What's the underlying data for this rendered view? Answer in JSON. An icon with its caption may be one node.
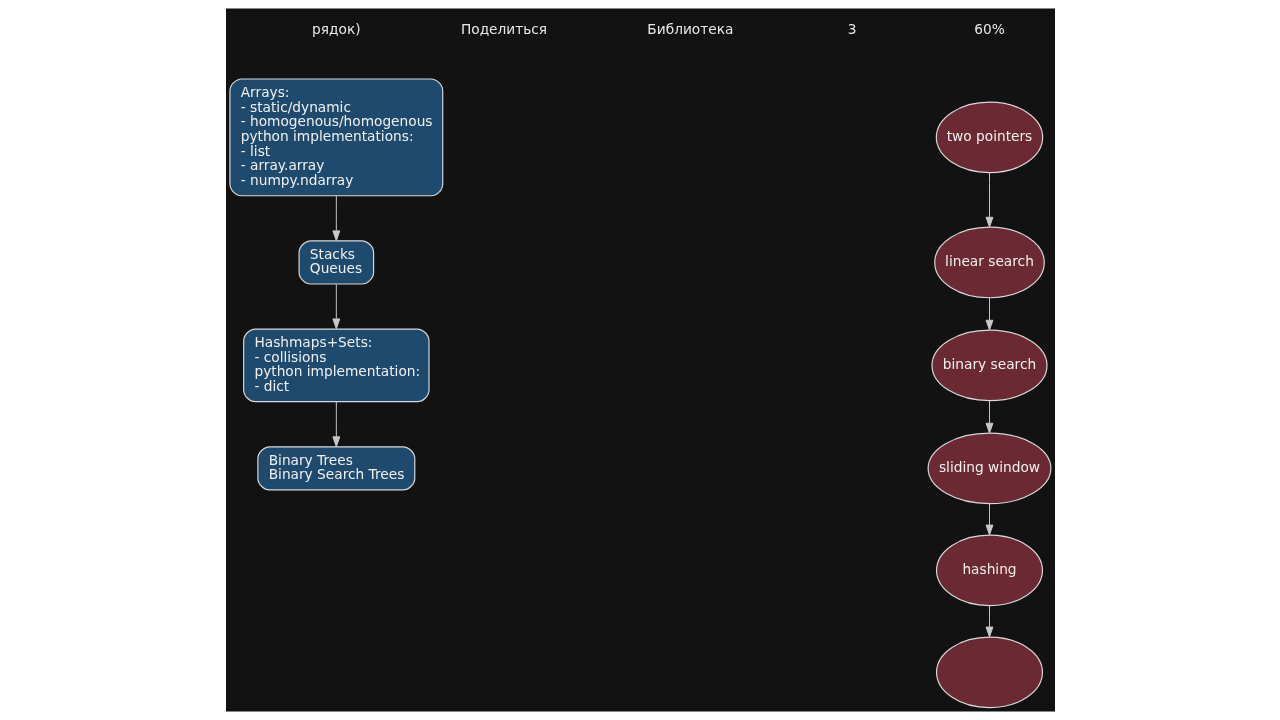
{
  "diagram": {
    "nodes": [
      {
        "text": [
          "two pointers"
        ]
      },
      {
        "text": [
          "linear search"
        ]
      },
      {
        "text": [
          "binary search"
        ]
      },
      {
        "text": [
          "sliding window"
        ]
      },
      {
        "text": [
          "hashing"
        ]
      },
      {
        "text": [],
        "shape": "ellipse"
      },
      {
        "text": [
          "Arrays:",
          "- static/dynamic",
          "- homogenous/homogenous",
          "python implementations:",
          "- list",
          "- array.array",
          "- numpy.ndarray"
        ]
      },
      {
        "text": [
          "Stacks",
          "Queues"
        ]
      },
      {
        "text": [
          "Hashmaps+Sets:",
          "- collisions",
          "python implementation:",
          "- dict"
        ]
      },
      {
        "text": [
          "Binary Trees",
          "Binary Search Trees"
        ]
      }
    ],
    "edges": [
      {
        "from": 0,
        "to": 1,
        "arrow": "to"
      },
      {
        "from": 1,
        "to": 2,
        "arrow": "to"
      },
      {
        "from": 2,
        "to": 3,
        "arrow": "to"
      },
      {
        "from": 3,
        "to": 4,
        "arrow": "to"
      },
      {
        "from": 4,
        "to": 5,
        "arrow": "to"
      },
      {
        "from": 6,
        "to": 7,
        "arrow": "to"
      },
      {
        "from": 7,
        "to": 8,
        "arrow": "to"
      },
      {
        "from": 8,
        "to": 9,
        "arrow": "to"
      }
    ],
    "labels": [
      "рядок)",
      "Поделиться",
      "Библиотека",
      "3",
      "60%"
    ]
  }
}
